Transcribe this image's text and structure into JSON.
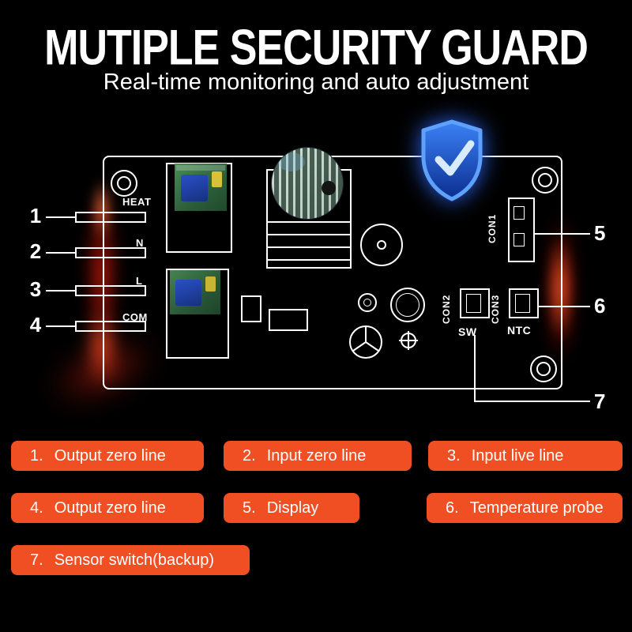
{
  "header": {
    "title": "MUTIPLE SECURITY GUARD",
    "subtitle": "Real-time monitoring and auto adjustment"
  },
  "board": {
    "terminals": [
      {
        "num": "1",
        "label": "HEAT"
      },
      {
        "num": "2",
        "label": "N"
      },
      {
        "num": "3",
        "label": "L"
      },
      {
        "num": "4",
        "label": "COM"
      }
    ],
    "connector_labels": {
      "con1": "CON1",
      "con2": "CON2",
      "con3": "CON3",
      "sw": "SW",
      "ntc": "NTC"
    },
    "callouts": [
      {
        "num": "5"
      },
      {
        "num": "6"
      },
      {
        "num": "7"
      }
    ],
    "shield_icon": "shield-check"
  },
  "legend": {
    "items": [
      {
        "num": "1.",
        "label": "Output zero line"
      },
      {
        "num": "2.",
        "label": "Input zero line"
      },
      {
        "num": "3.",
        "label": "Input live line"
      },
      {
        "num": "4.",
        "label": "Output zero line"
      },
      {
        "num": "5.",
        "label": "Display"
      },
      {
        "num": "6.",
        "label": "Temperature probe"
      },
      {
        "num": "7.",
        "label": "Sensor switch(backup)"
      }
    ]
  },
  "colors": {
    "background": "#000000",
    "accent_orange": "#f04f24",
    "board_outline": "#ffffff",
    "shield_blue": "#2563eb",
    "glow_red": "#ff1e0a"
  }
}
